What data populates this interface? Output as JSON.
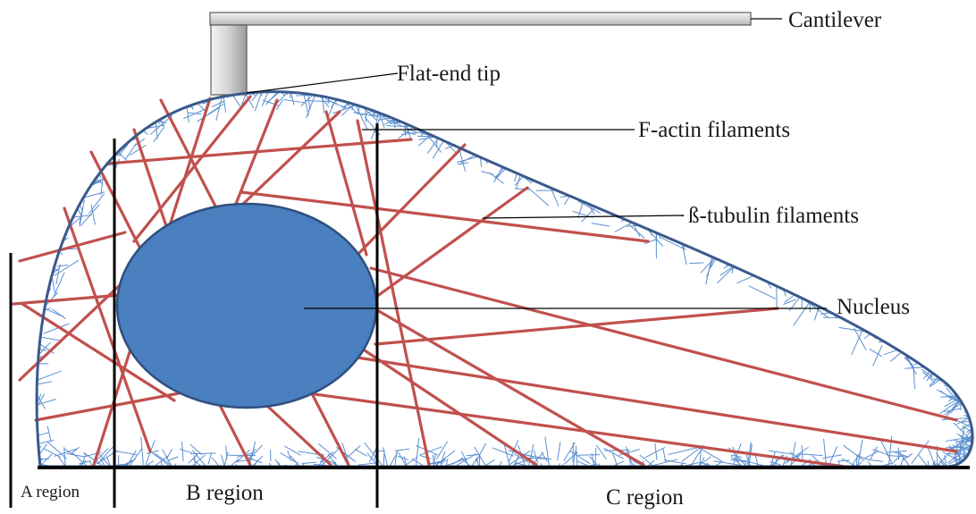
{
  "labels": {
    "cantilever": "Cantilever",
    "flat_end_tip": "Flat-end tip",
    "f_actin": "F-actin filaments",
    "b_tubulin": "ß-tubulin filaments",
    "nucleus": "Nucleus",
    "region_a": "A region",
    "region_b": "B region",
    "region_c": "C region"
  },
  "colors": {
    "cell_outline": "#3a5a8c",
    "nucleus_fill": "#4a7fc0",
    "nucleus_stroke": "#2f4f80",
    "actin": "#5b8fd0",
    "tubulin": "#c0504d",
    "cantilever_fill": "#d0d0d0"
  }
}
